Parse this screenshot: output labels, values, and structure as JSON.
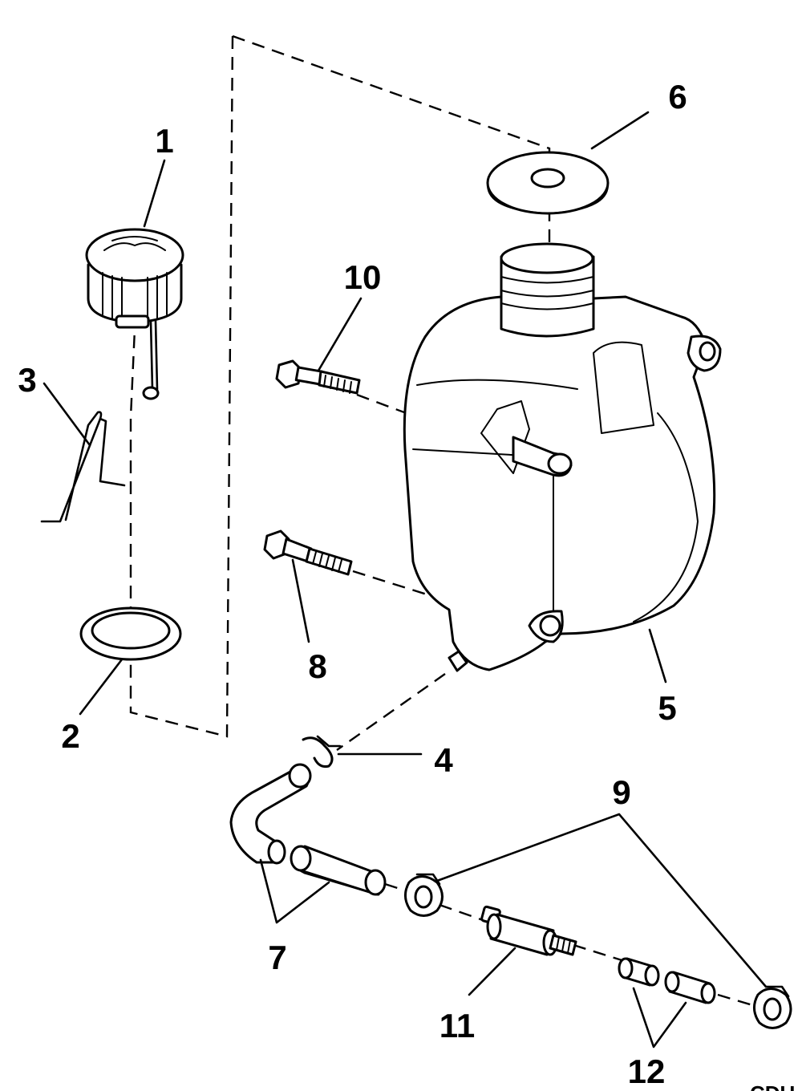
{
  "diagram": {
    "callouts": {
      "c1": "1",
      "c2": "2",
      "c3": "3",
      "c4": "4",
      "c5": "5",
      "c6": "6",
      "c7": "7",
      "c8": "8",
      "c9": "9",
      "c10": "10",
      "c11": "11",
      "c12": "12"
    },
    "figure_code": "CDU"
  }
}
